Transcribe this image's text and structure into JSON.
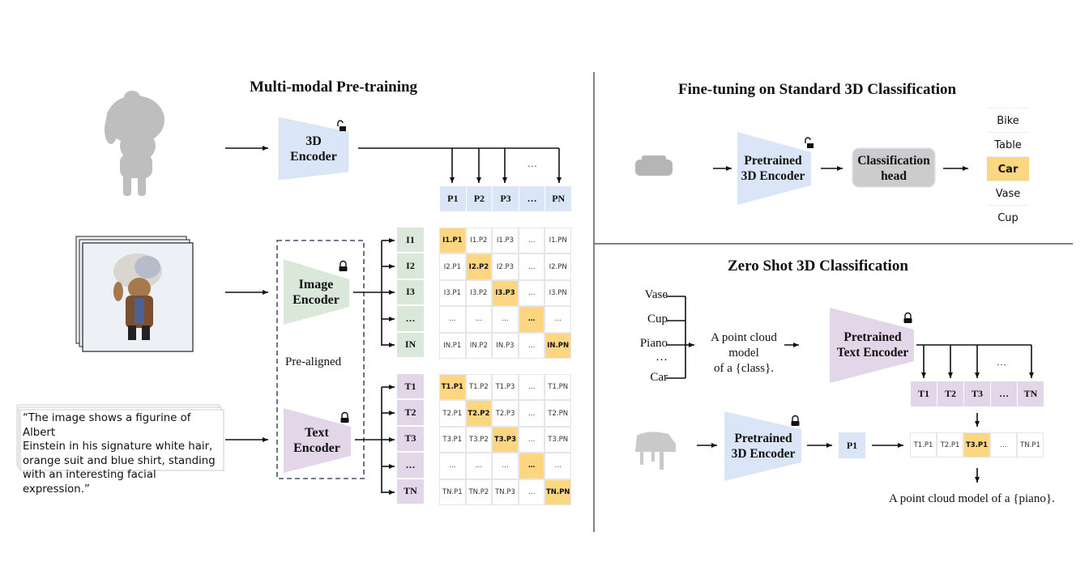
{
  "pretraining": {
    "title": "Multi-modal Pre-training",
    "encoder_3d": [
      "3D",
      "Encoder"
    ],
    "image_encoder": [
      "Image",
      "Encoder"
    ],
    "text_encoder": [
      "Text",
      "Encoder"
    ],
    "pre_aligned_label": "Pre-aligned",
    "caption": "“The image shows a figurine of Albert Einstein in his signature white hair, orange suit and blue shirt, standing with an interesting facial expression.”",
    "caption_lines": [
      "“The image shows a figurine of Albert",
      "Einstein in his signature white hair,",
      "orange suit and blue shirt, standing",
      "with an interesting facial expression.”"
    ],
    "point_features": [
      "P1",
      "P2",
      "P3",
      "…",
      "PN"
    ],
    "point_ellipsis": "…",
    "image_features": [
      "I1",
      "I2",
      "I3",
      "…",
      "IN"
    ],
    "text_features": [
      "T1",
      "T2",
      "T3",
      "…",
      "TN"
    ],
    "image_matrix": [
      [
        "I1.P1",
        "I1.P2",
        "I1.P3",
        "…",
        "I1.PN"
      ],
      [
        "I2.P1",
        "I2.P2",
        "I2.P3",
        "…",
        "I2.PN"
      ],
      [
        "I3.P1",
        "I3.P2",
        "I3.P3",
        "…",
        "I3.PN"
      ],
      [
        "…",
        "…",
        "…",
        "…",
        "…"
      ],
      [
        "IN.P1",
        "IN.P2",
        "IN.P3",
        "…",
        "IN.PN"
      ]
    ],
    "text_matrix": [
      [
        "T1.P1",
        "T1.P2",
        "T1.P3",
        "…",
        "T1.PN"
      ],
      [
        "T2.P1",
        "T2.P2",
        "T2.P3",
        "…",
        "T2.PN"
      ],
      [
        "T3.P1",
        "T3.P2",
        "T3.P3",
        "…",
        "T3.PN"
      ],
      [
        "…",
        "…",
        "…",
        "…",
        "…"
      ],
      [
        "TN.P1",
        "TN.P2",
        "TN.P3",
        "…",
        "TN.PN"
      ]
    ],
    "encoder_locks": {
      "3d": "unlocked",
      "image": "locked",
      "text": "locked"
    }
  },
  "finetuning": {
    "title": "Fine-tuning on Standard 3D Classification",
    "encoder": [
      "Pretrained",
      "3D Encoder"
    ],
    "head": [
      "Classification",
      "head"
    ],
    "classes": [
      "Bike",
      "Table",
      "Car",
      "Vase",
      "Cup"
    ],
    "selected_class": "Car",
    "encoder_lock": "unlocked"
  },
  "zeroshot": {
    "title": "Zero Shot 3D Classification",
    "class_names": [
      "Vase",
      "Cup",
      "Piano",
      "…",
      "Car"
    ],
    "prompt_template": [
      "A point cloud model",
      "of a {class}."
    ],
    "text_encoder": [
      "Pretrained",
      "Text Encoder"
    ],
    "text_features": [
      "T1",
      "T2",
      "T3",
      "…",
      "TN"
    ],
    "text_ellipsis": "…",
    "encoder_3d": [
      "Pretrained",
      "3D Encoder"
    ],
    "point_feature": "P1",
    "scores": [
      "T1.P1",
      "T2.P1",
      "T3.P1",
      "…",
      "TN.P1"
    ],
    "selected_score": "T3.P1",
    "result": "A point cloud model of a {piano}.",
    "locks": {
      "text": "locked",
      "3d": "locked"
    }
  },
  "colors": {
    "point_blue": "#dae6f7",
    "image_green": "#dae8d9",
    "text_purple": "#e2d6e8",
    "highlight": "#fcd681",
    "head_gray": "#cccccc",
    "divider": "#808080"
  }
}
